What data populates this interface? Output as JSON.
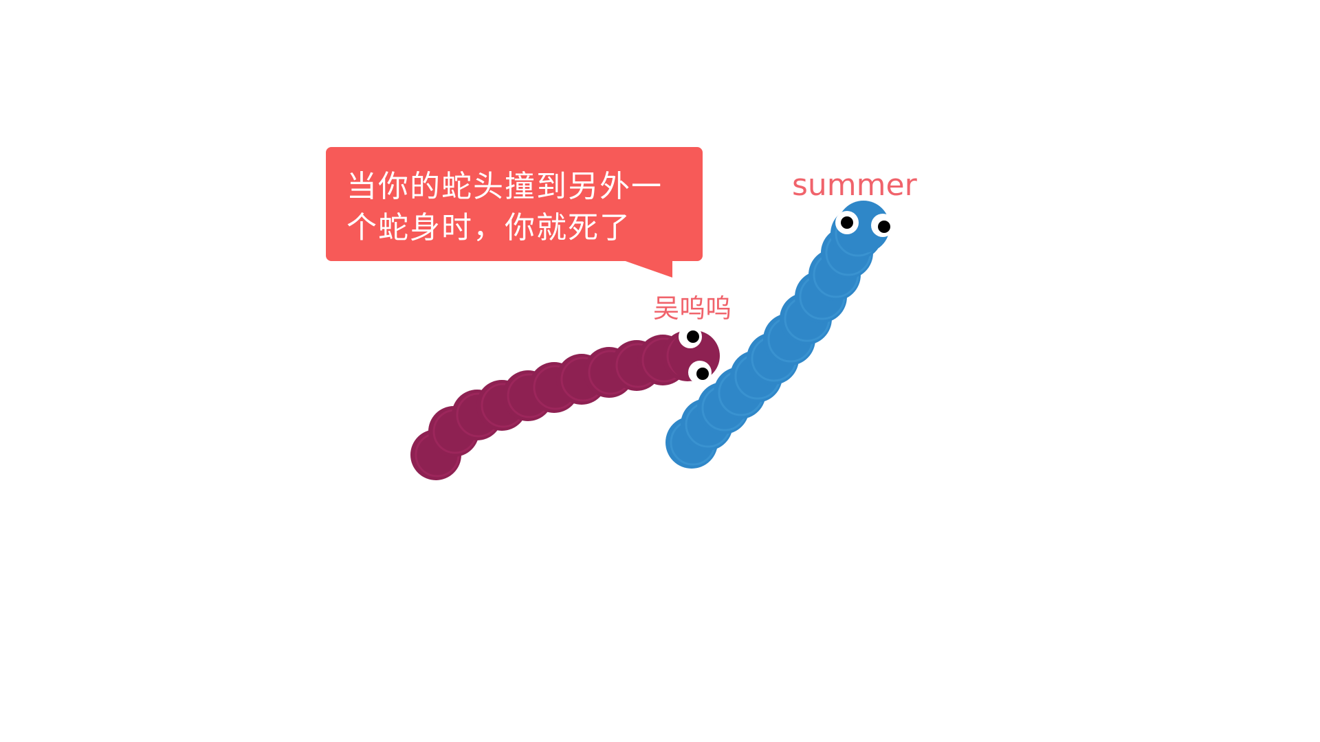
{
  "tooltip": {
    "text": "当你的蛇头撞到另外一个蛇身时，你就死了"
  },
  "snakes": [
    {
      "id": "player-snake",
      "name": "吴呜呜",
      "body_color": "#8e2152",
      "segment_color": "#a52a62"
    },
    {
      "id": "enemy-snake",
      "name": "summer",
      "body_color": "#2f87c8",
      "segment_color": "#4199d6"
    }
  ],
  "colors": {
    "tooltip_background": "#f75a58",
    "tooltip_text": "#ffffff",
    "name_label": "#f0636b",
    "background": "#ffffff"
  }
}
